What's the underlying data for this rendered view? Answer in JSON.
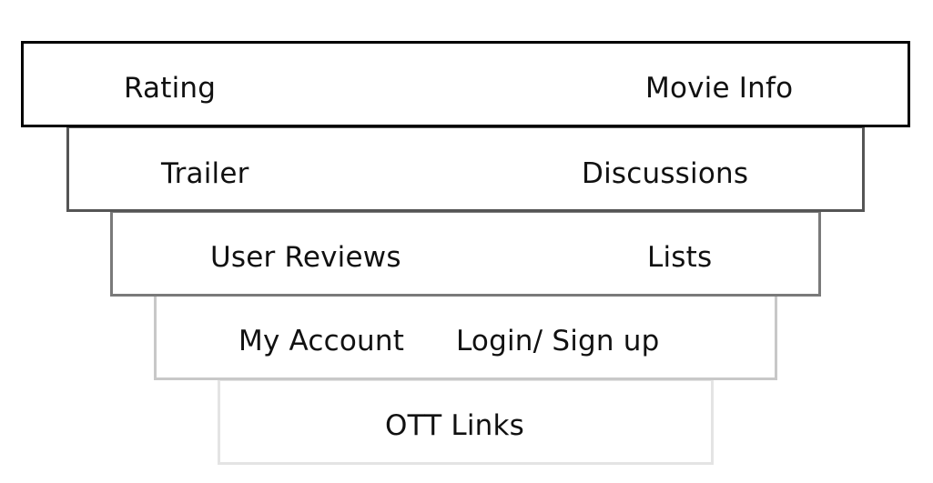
{
  "tiers": [
    {
      "labels": [
        "Rating",
        "Movie Info"
      ]
    },
    {
      "labels": [
        "Trailer",
        "Discussions"
      ]
    },
    {
      "labels": [
        "User Reviews",
        "Lists"
      ]
    },
    {
      "labels": [
        "My Account",
        "Login/ Sign up"
      ]
    },
    {
      "labels": [
        "OTT Links"
      ]
    }
  ],
  "colors": {
    "tier_1_border": "#000000",
    "tier_2_border": "#555555",
    "tier_3_border": "#7a7a7a",
    "tier_4_border": "#c8c8c8",
    "tier_5_border": "#e4e4e4",
    "text": "#111111",
    "background": "#ffffff"
  }
}
